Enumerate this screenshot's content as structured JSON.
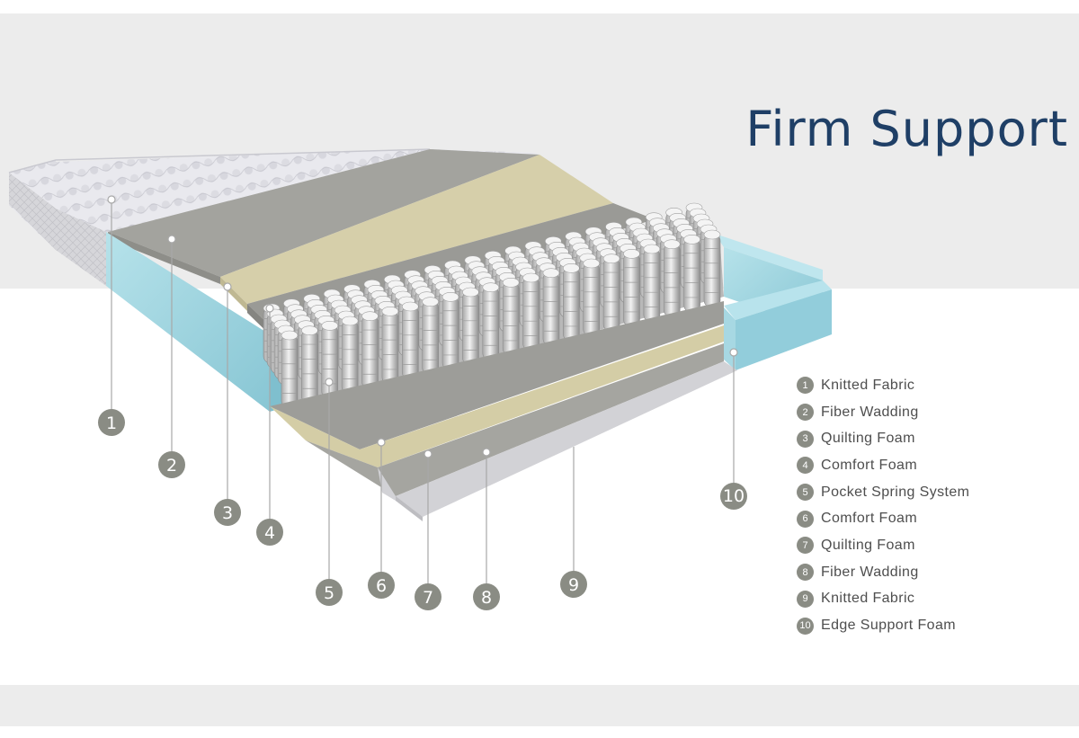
{
  "colors": {
    "accent": "#1f3f66",
    "badge": "#8a8c84",
    "edge_foam": "#a8dbe6",
    "panel_background": "#ececec"
  },
  "title": "Firm Support",
  "callouts": [
    {
      "number": "1"
    },
    {
      "number": "2"
    },
    {
      "number": "3"
    },
    {
      "number": "4"
    },
    {
      "number": "5"
    },
    {
      "number": "6"
    },
    {
      "number": "7"
    },
    {
      "number": "8"
    },
    {
      "number": "9"
    },
    {
      "number": "10"
    }
  ],
  "legend": [
    {
      "number": "1",
      "label": "Knitted Fabric"
    },
    {
      "number": "2",
      "label": "Fiber Wadding"
    },
    {
      "number": "3",
      "label": "Quilting Foam"
    },
    {
      "number": "4",
      "label": "Comfort Foam"
    },
    {
      "number": "5",
      "label": "Pocket Spring System"
    },
    {
      "number": "6",
      "label": "Comfort Foam"
    },
    {
      "number": "7",
      "label": "Quilting Foam"
    },
    {
      "number": "8",
      "label": "Fiber Wadding"
    },
    {
      "number": "9",
      "label": "Knitted Fabric"
    },
    {
      "number": "10",
      "label": "Edge Support Foam"
    }
  ]
}
